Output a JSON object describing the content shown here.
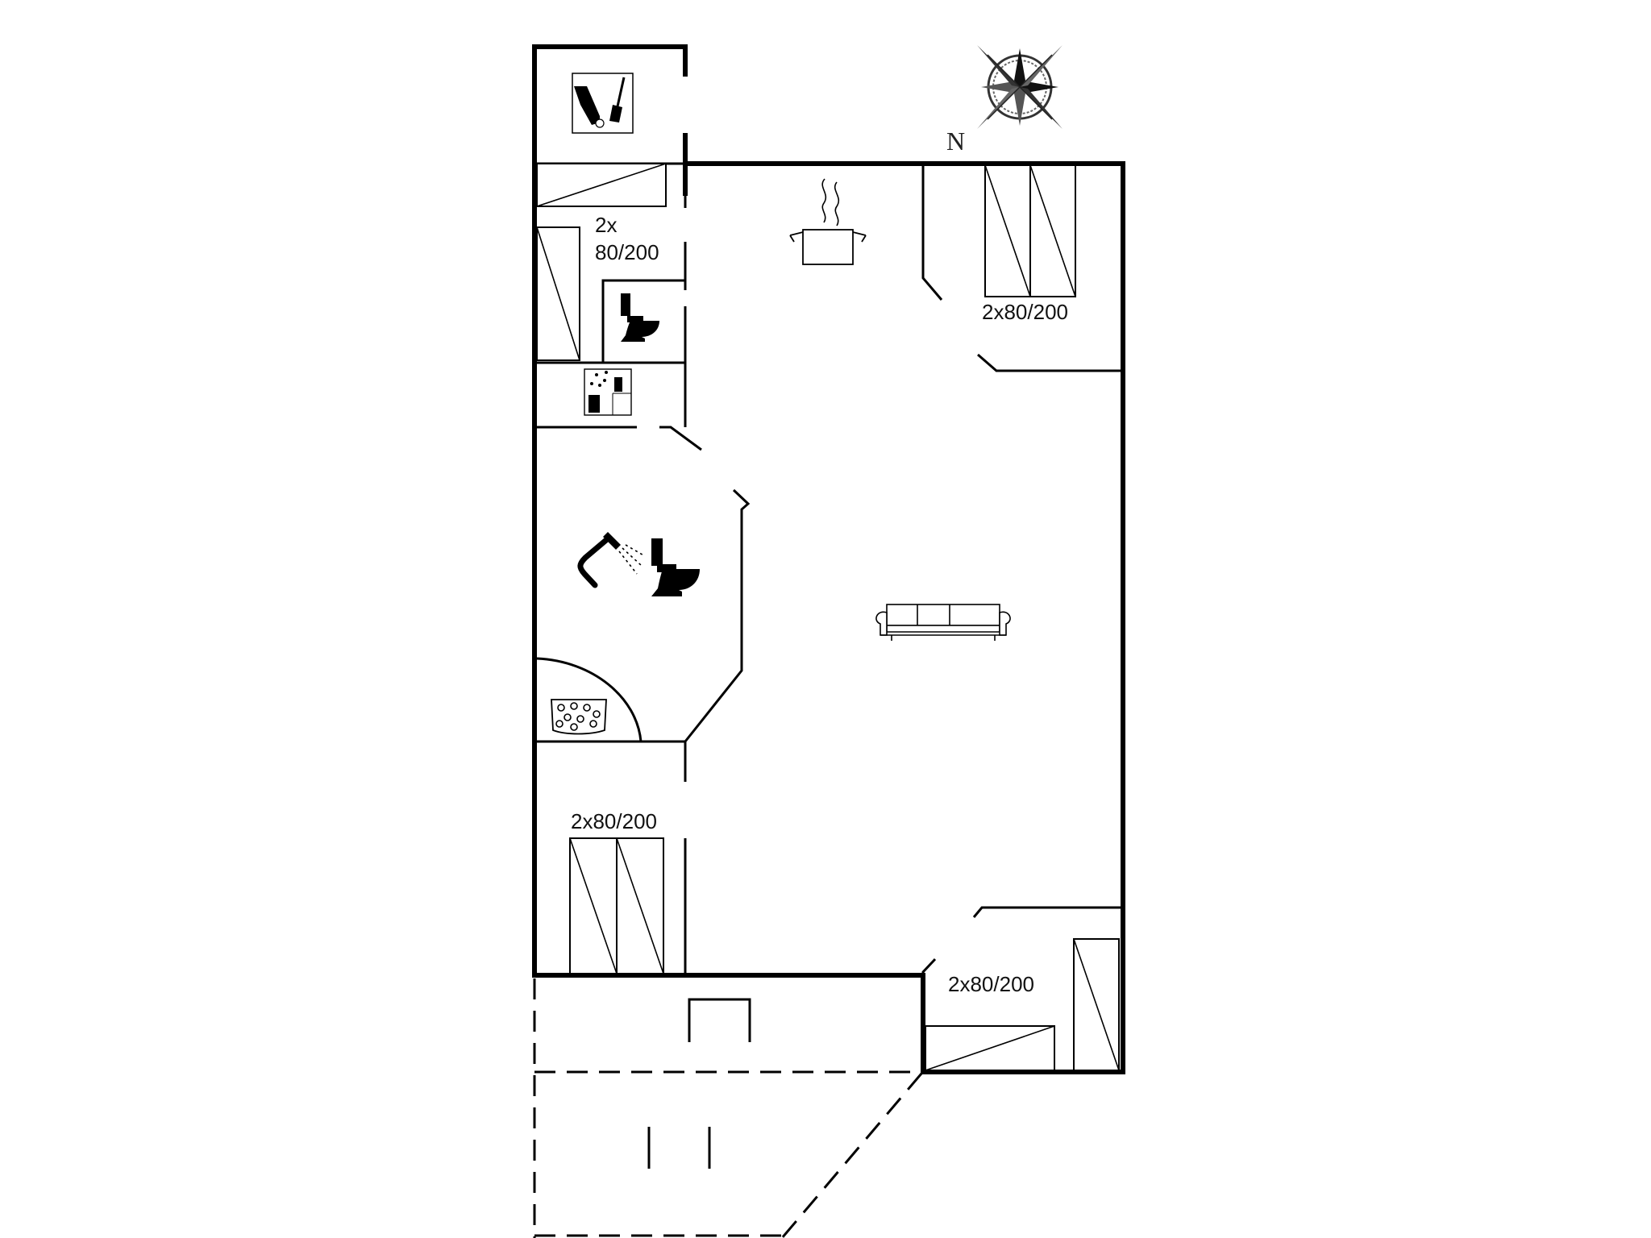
{
  "compass": {
    "north_label": "N"
  },
  "beds": {
    "top_left": {
      "line1": "2x",
      "line2": "80/200"
    },
    "top_right": "2x80/200",
    "bottom_left": "2x80/200",
    "bottom_right": "2x80/200"
  },
  "icons": [
    "utility-room-icon",
    "kitchen-pot-icon",
    "toilet-icon",
    "washer-dryer-icon",
    "shower-icon",
    "bath-toilet-icon",
    "whirlpool-icon",
    "sofa-icon",
    "compass-rose-icon"
  ]
}
